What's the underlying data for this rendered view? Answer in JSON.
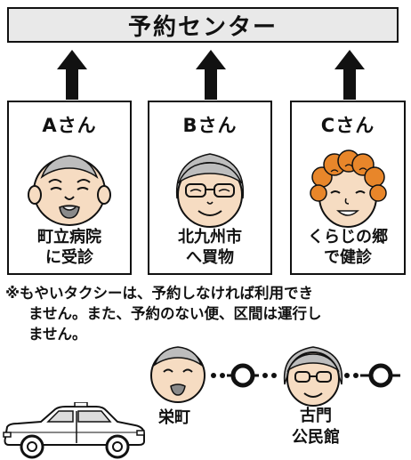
{
  "header": {
    "title": "予約センター"
  },
  "people": [
    {
      "name": "Aさん",
      "purpose_lines": [
        "町立病院",
        "に受診"
      ],
      "face": "elderly-man-face"
    },
    {
      "name": "Bさん",
      "purpose_lines": [
        "北九州市",
        "へ買物"
      ],
      "face": "elderly-woman-glasses-face"
    },
    {
      "name": "Cさん",
      "purpose_lines": [
        "くらじの郷",
        "で健診"
      ],
      "face": "curly-hair-woman-face"
    }
  ],
  "note": {
    "line1": "※もやいタクシーは、予約しなければ利用でき",
    "line2": "ません。また、予約のない便、区間は運行し",
    "line3": "ません。"
  },
  "route": {
    "stop1": "栄町",
    "stop2_lines": [
      "古門",
      "公民館"
    ]
  },
  "colors": {
    "box_fill": "#e9e9e9",
    "skin": "#f6dcc2",
    "hair_orange": "#e8862a",
    "gray_hair": "#bdbdbd"
  }
}
